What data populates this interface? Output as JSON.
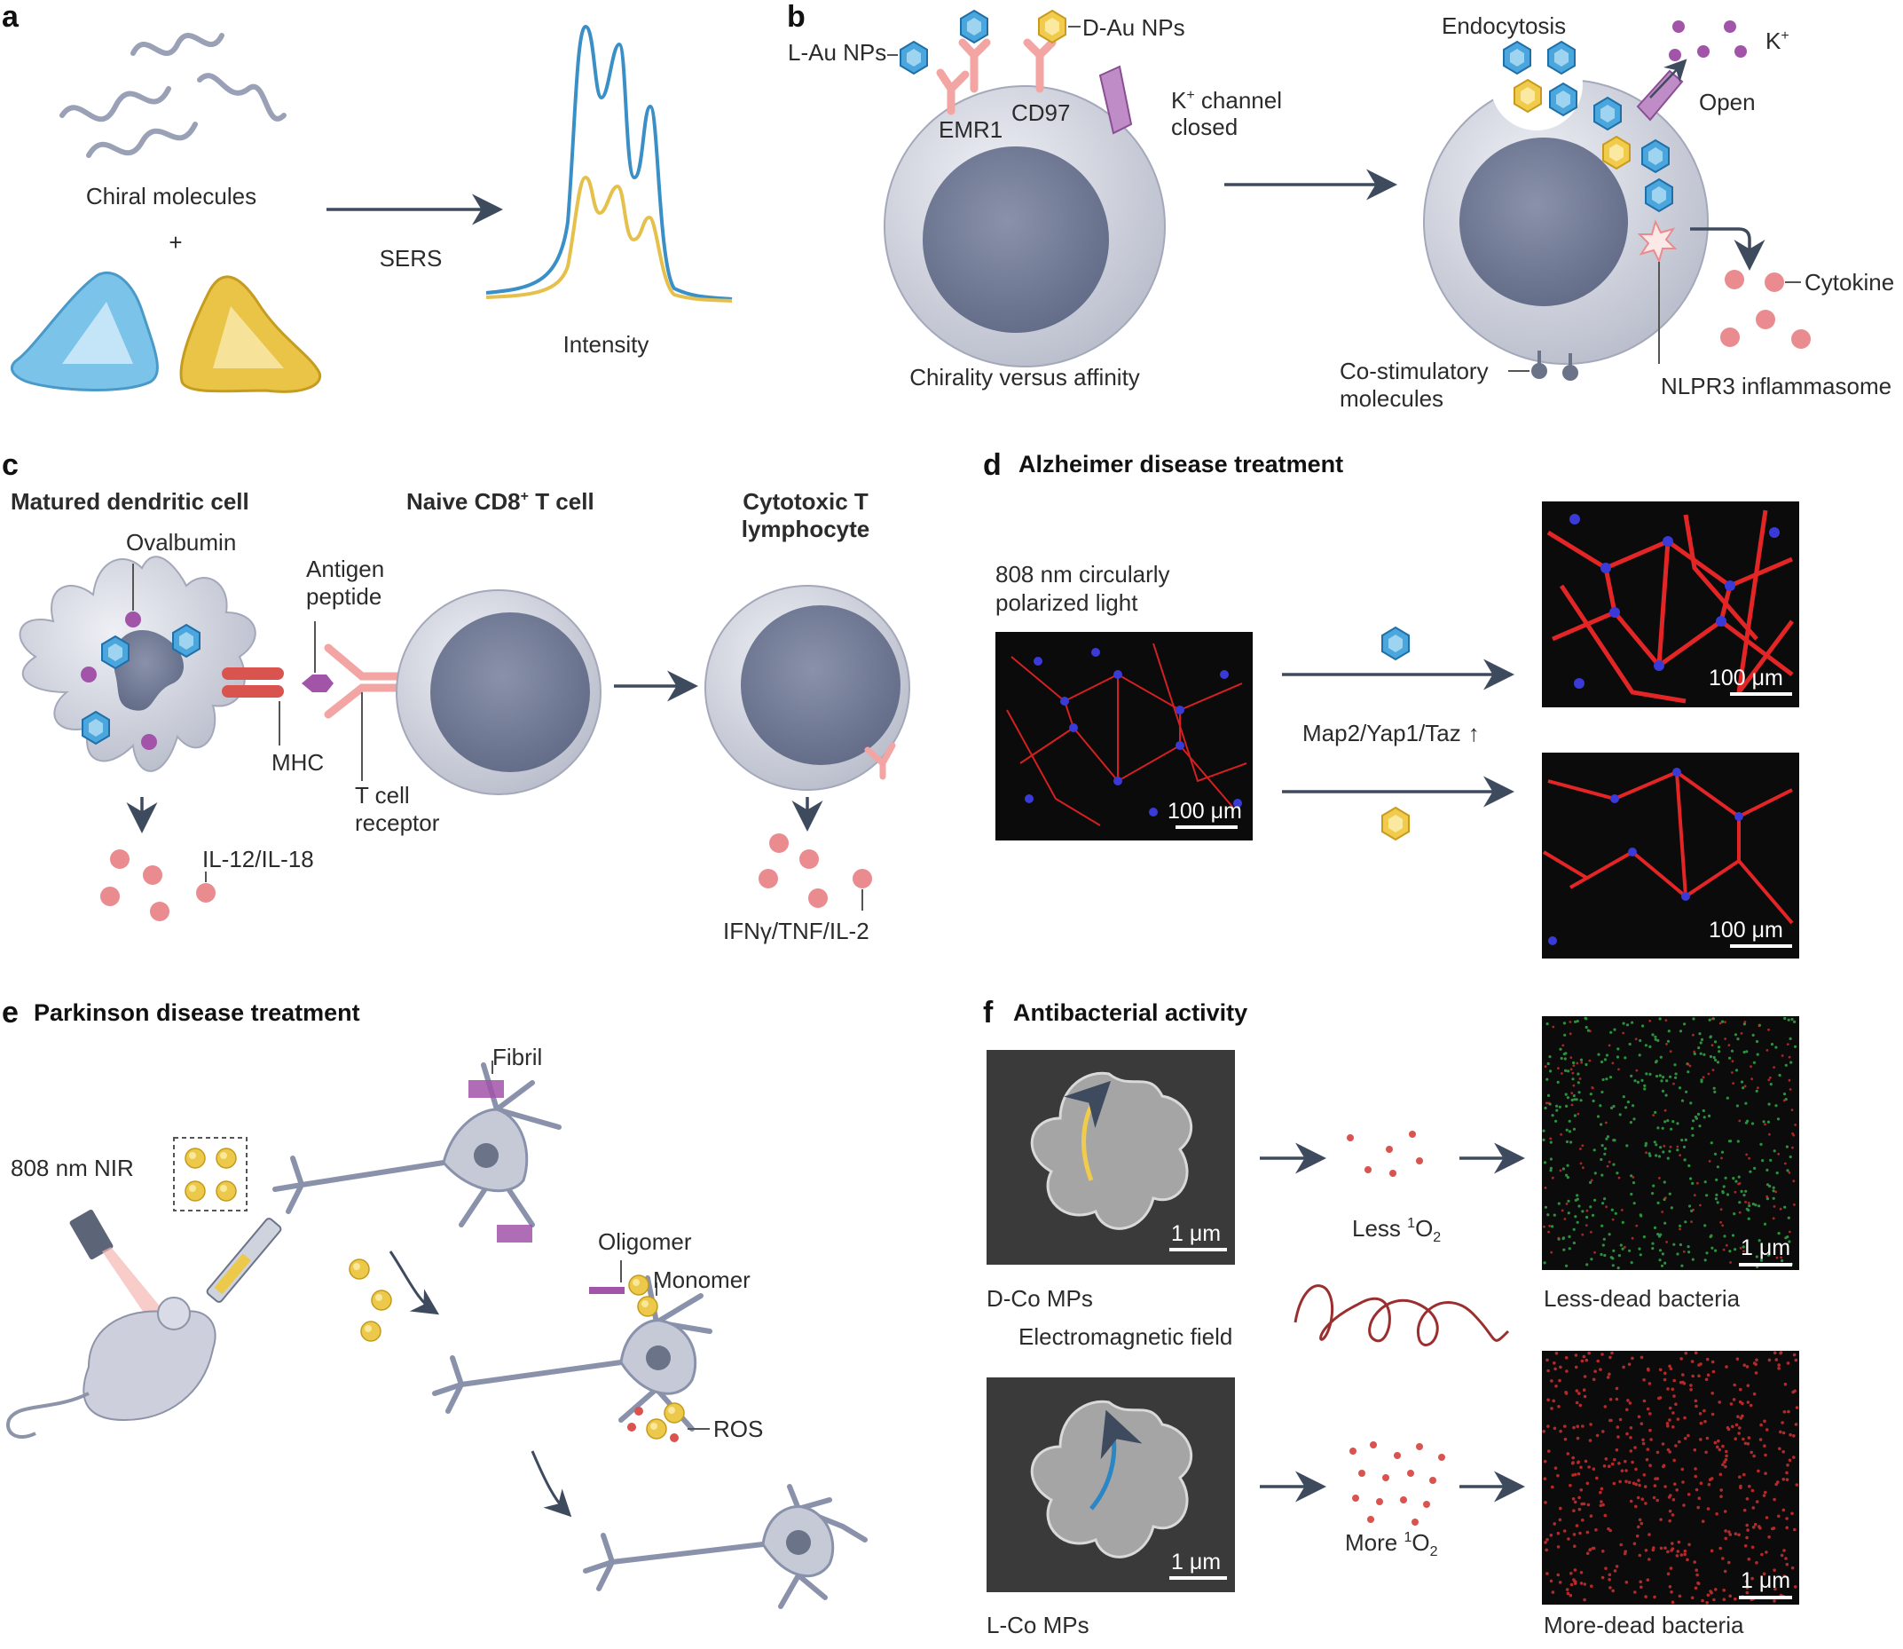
{
  "colors": {
    "blue_np": "#4aa6dd",
    "gold_np": "#f1cc4c",
    "cell_gray": "#d6d9e3",
    "nucleus": "#7c849e",
    "pink": "#e98b8f",
    "purple": "#a154a8",
    "arrow": "#3e4a5e",
    "micrograph_bg": "#0b0b0b",
    "neuron_red": "#e42525",
    "nuclei_blue": "#3a3ad8",
    "helix": "#9b2e2e"
  },
  "panels": {
    "a": {
      "letter": "a",
      "chiral_molecules": "Chiral molecules",
      "plus": "+",
      "sers": "SERS",
      "intensity": "Intensity"
    },
    "b": {
      "letter": "b",
      "l_au_nps": "L-Au NPs",
      "d_au_nps": "D-Au NPs",
      "emr1": "EMR1",
      "cd97": "CD97",
      "k_channel_1": "K",
      "k_channel_sup": "+",
      "k_channel_2": " channel",
      "closed": "closed",
      "chirality_vs_affinity": "Chirality versus affinity",
      "endocytosis": "Endocytosis",
      "k_plus": "K",
      "k_plus_sup": "+",
      "open": "Open",
      "cytokine": "Cytokine",
      "co_stim_1": "Co-stimulatory",
      "co_stim_2": "molecules",
      "nlrp3": "NLPR3 inflammasome"
    },
    "c": {
      "letter": "c",
      "matured_dc": "Matured dendritic cell",
      "naive_1": "Naive CD8",
      "naive_sup": "+",
      "naive_2": " T cell",
      "ctl_1": "Cytotoxic T",
      "ctl_2": "lymphocyte",
      "ovalbumin": "Ovalbumin",
      "antigen_1": "Antigen",
      "antigen_2": "peptide",
      "mhc": "MHC",
      "tcr_1": "T cell",
      "tcr_2": "receptor",
      "il12": "IL-12/IL-18",
      "ifn": "IFNγ/TNF/IL-2"
    },
    "d": {
      "letter": "d",
      "title": "Alzheimer disease treatment",
      "light_1": "808 nm circularly",
      "light_2": "polarized light",
      "markers": "Map2/Yap1/Taz",
      "up_arrow": "↑",
      "scale_100": "100 μm"
    },
    "e": {
      "letter": "e",
      "title": "Parkinson disease treatment",
      "nir": "808 nm NIR",
      "fibril": "Fibril",
      "oligomer": "Oligomer",
      "monomer": "Monomer",
      "ros": "ROS"
    },
    "f": {
      "letter": "f",
      "title": "Antibacterial activity",
      "d_co": "D-Co MPs",
      "l_co": "L-Co MPs",
      "em_field": "Electromagnetic field",
      "less_1": "Less ",
      "less_sup": "1",
      "less_2": "O",
      "less_sub": "2",
      "more_1": "More ",
      "more_sup": "1",
      "more_2": "O",
      "more_sub": "2",
      "less_dead": "Less-dead bacteria",
      "more_dead": "More-dead bacteria",
      "scale_1um": "1 μm"
    }
  }
}
